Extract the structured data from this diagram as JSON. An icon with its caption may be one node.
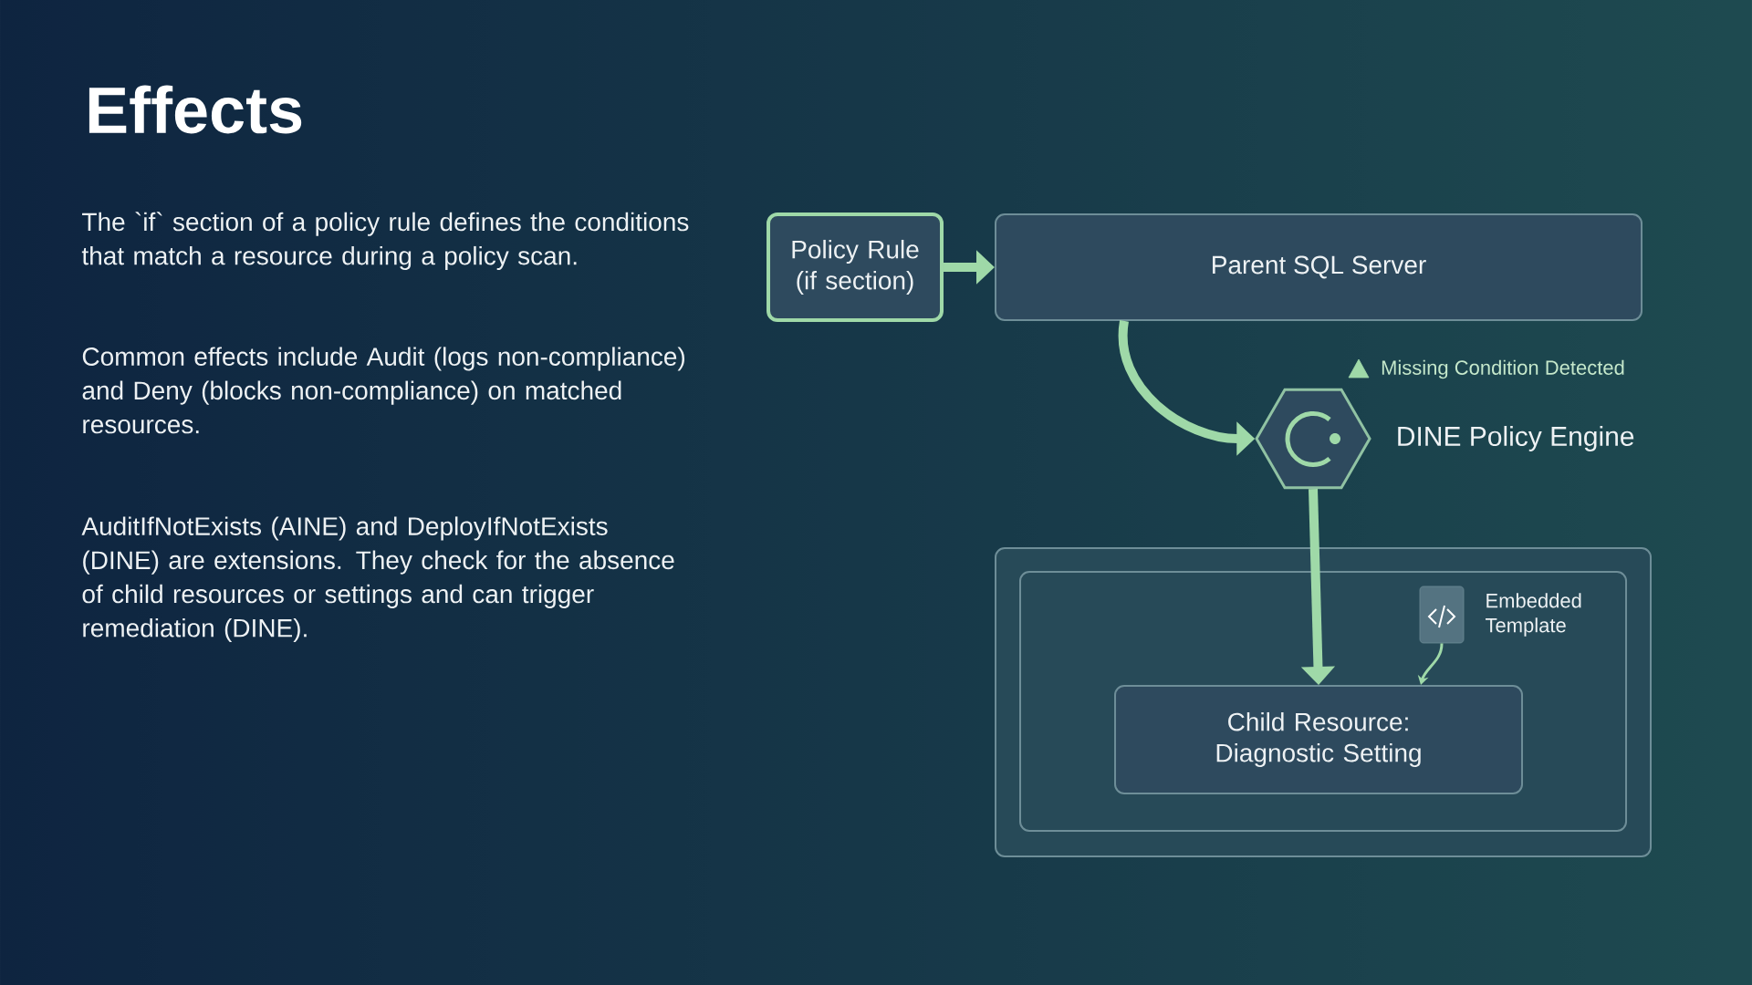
{
  "diagram": {
    "title": "Effects",
    "nodes": [
      {
        "text": [
          "Policy Rule (if section)"
        ]
      },
      {
        "text": [
          "Parent SQL Server"
        ]
      },
      {
        "text": [],
        "shape": "hexagon",
        "beside": [
          "DINE Policy Engine"
        ]
      },
      {
        "text": [],
        "shape": "box"
      },
      {
        "text": [],
        "shape": "box",
        "in": 3
      },
      {
        "text": [],
        "shape": "document",
        "in": 4,
        "beside": [
          "Embedded Template"
        ]
      },
      {
        "text": [
          "Child Resource: Diagnostic Setting"
        ],
        "in": 4
      }
    ],
    "edges": [
      {
        "from": 0,
        "to": 1,
        "arrow": "to"
      },
      {
        "from": 1,
        "to": 2,
        "arrow": "to"
      },
      {
        "from": 2,
        "to": 6,
        "arrow": "to"
      },
      {
        "from": 5,
        "to": 6,
        "arrow": "to"
      }
    ],
    "labels": [
      "The `if` section of a policy rule defines the conditions that match a resource during a policy scan.",
      "Common effects include Audit (logs non-compliance) and Deny (blocks non-compliance) on matched resources.",
      "AuditIfNotExists (AINE) and DeployIfNotExists (DINE) are extensions. They check for the absence of child resources or settings and can trigger remediation (DINE).",
      "Missing Condition Detected"
    ]
  }
}
